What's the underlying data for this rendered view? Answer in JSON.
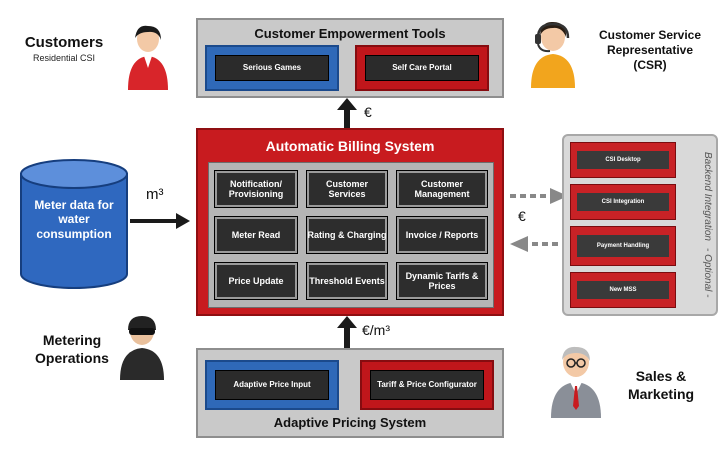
{
  "empowerment": {
    "title": "Customer Empowerment Tools",
    "serious_games": "Serious Games",
    "self_care": "Self Care Portal"
  },
  "customers": {
    "label": "Customers",
    "sub": "Residential CSI"
  },
  "csr": {
    "line1": "Customer Service",
    "line2": "Representative",
    "line3": "(CSR)"
  },
  "meter": {
    "text": "Meter data for water consumption"
  },
  "units": {
    "top_arrow": "€",
    "meter_arrow": "m³",
    "backend_arrow": "€",
    "bottom_arrow": "€/m³"
  },
  "billing": {
    "title": "Automatic Billing System",
    "cells": [
      "Notification/ Provisioning",
      "Customer Services",
      "Customer Management",
      "Meter Read",
      "Rating & Charging",
      "Invoice / Reports",
      "Price Update",
      "Threshold Events",
      "Dynamic Tarifs & Prices"
    ]
  },
  "backend": {
    "vertical": "Backend Integration",
    "vertical2": "- Optional -",
    "items": [
      "CSI Desktop",
      "CSI Integration",
      "Payment Handling",
      "New MSS"
    ]
  },
  "metering": {
    "line1": "Metering",
    "line2": "Operations"
  },
  "pricing": {
    "title": "Adaptive Pricing System",
    "input": "Adaptive Price Input",
    "configurator": "Tariff & Price Configurator"
  },
  "sales": {
    "line1": "Sales &",
    "line2": "Marketing"
  }
}
